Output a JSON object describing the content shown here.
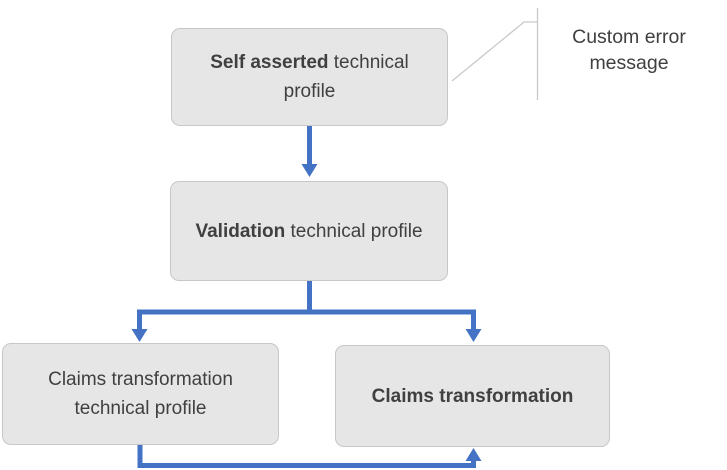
{
  "diagram": {
    "background": "#ffffff",
    "colors": {
      "arrow": "#4472C4",
      "box_fill": "#E7E6E6",
      "box_border": "#C8C6C6",
      "text": "#404040",
      "callout_line": "#C9C9C9"
    },
    "boxes": [
      {
        "name": "self-asserted-technical-profile",
        "bold": "Self asserted",
        "rest": " technical profile"
      },
      {
        "name": "validation-technical-profile",
        "bold": "Validation",
        "rest": " technical profile"
      },
      {
        "name": "claims-transformation-technical-profile",
        "bold": "",
        "rest": "Claims transformation technical profile"
      },
      {
        "name": "claims-transformation",
        "bold": "Claims transformation",
        "rest": ""
      }
    ],
    "callout": {
      "label": "Custom error message"
    },
    "connectors": [
      {
        "name": "self-asserted-to-validation-arrow"
      },
      {
        "name": "validation-branch-arrows"
      },
      {
        "name": "claims-tp-to-claims-transformation-arrow"
      },
      {
        "name": "custom-error-callout-leader"
      }
    ]
  }
}
